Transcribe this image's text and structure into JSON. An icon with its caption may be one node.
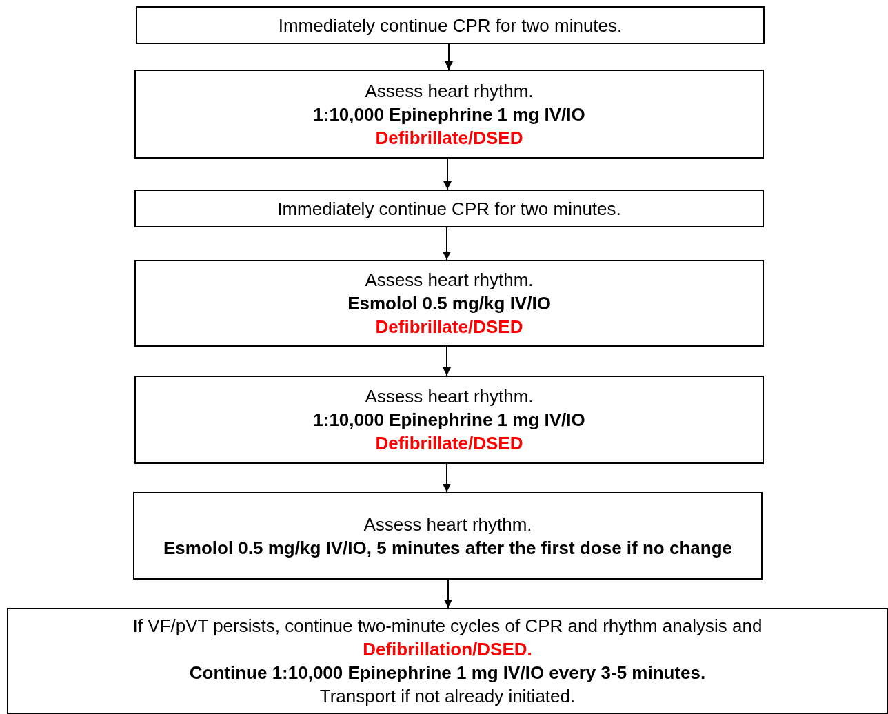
{
  "diagram": {
    "nodes": [
      {
        "text": [
          "Immediately continue CPR for two minutes."
        ]
      },
      {
        "text": [
          "Assess heart rhythm.",
          "1:10,000 Epinephrine 1 mg IV/IO",
          "Defibrillate/DSED"
        ]
      },
      {
        "text": [
          "Immediately continue CPR for two minutes."
        ]
      },
      {
        "text": [
          "Assess heart rhythm.",
          "Esmolol 0.5 mg/kg IV/IO",
          "Defibrillate/DSED"
        ]
      },
      {
        "text": [
          "Assess heart rhythm.",
          "1:10,000 Epinephrine 1 mg IV/IO",
          "Defibrillate/DSED"
        ]
      },
      {
        "text": [
          "Assess heart rhythm.",
          "Esmolol 0.5 mg/kg IV/IO, 5 minutes after the first dose if no change"
        ]
      },
      {
        "text": [
          "If VF/pVT persists, continue two-minute cycles of CPR and rhythm analysis and",
          "Defibrillation/DSED.",
          "Continue 1:10,000 Epinephrine 1 mg IV/IO every 3-5 minutes.",
          "Transport if not already initiated."
        ]
      }
    ],
    "edges": [
      {
        "from": 0,
        "to": 1,
        "arrow": "to"
      },
      {
        "from": 1,
        "to": 2,
        "arrow": "to"
      },
      {
        "from": 2,
        "to": 3,
        "arrow": "to"
      },
      {
        "from": 3,
        "to": 4,
        "arrow": "to"
      },
      {
        "from": 4,
        "to": 5,
        "arrow": "to"
      },
      {
        "from": 5,
        "to": 6,
        "arrow": "to"
      }
    ]
  }
}
